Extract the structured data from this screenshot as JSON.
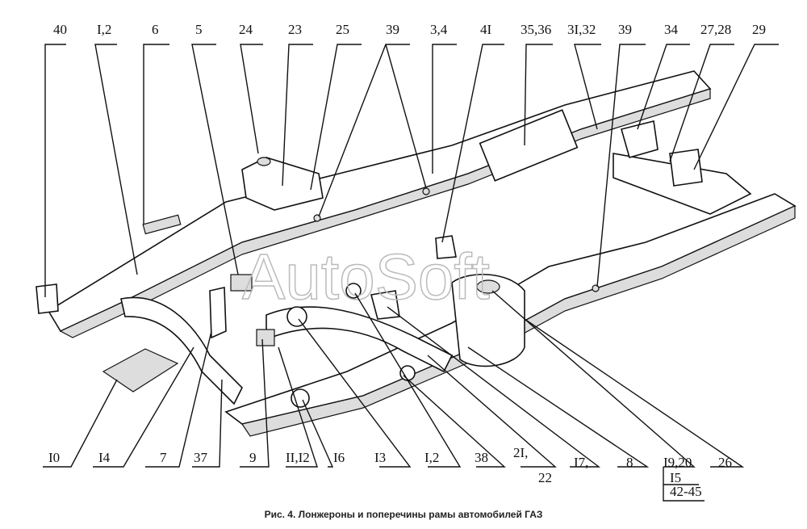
{
  "watermark": "AutoSoft",
  "caption": "Рис. 4. Лонжероны и поперечины рамы автомобилей ГАЗ",
  "top_labels": [
    "40",
    "I,2",
    "6",
    "5",
    "24",
    "23",
    "25",
    "39",
    "3,4",
    "4I",
    "35,36",
    "3I,32",
    "39",
    "34",
    "27,28",
    "29"
  ],
  "bottom_labels": [
    "I0",
    "I4",
    "7",
    "37",
    "9",
    "II,I2",
    "I6",
    "I3",
    "I,2",
    "38",
    "2I,",
    "22",
    "I7,",
    "8",
    "I9,20",
    "26",
    "I5",
    "42-45"
  ]
}
